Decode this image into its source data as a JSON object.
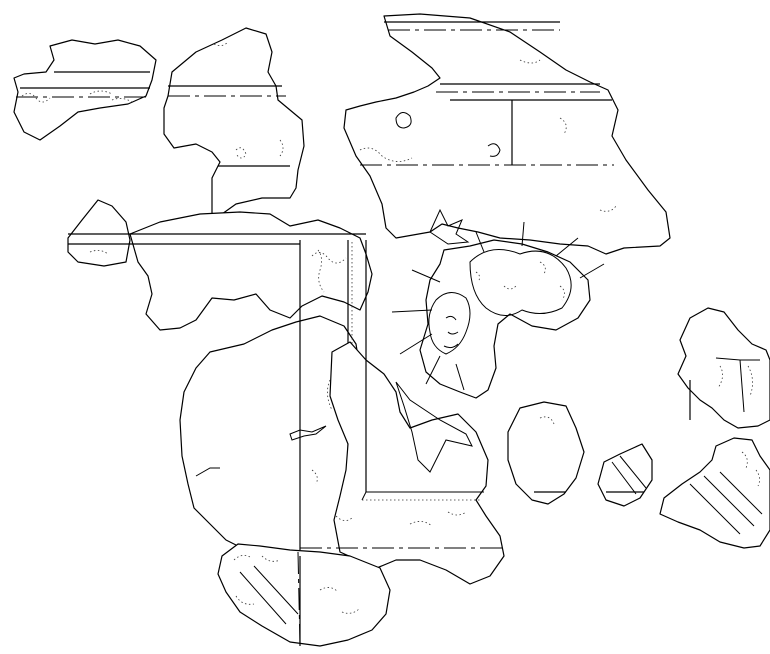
{
  "figure": {
    "kind": "line drawing of reconstructed wall-painting fragments",
    "line_color": "#000000",
    "background_color": "#ffffff",
    "visible_text": []
  },
  "elements": [
    {
      "name": "fragment-top-left-small",
      "kind": "plaster fragment"
    },
    {
      "name": "fragment-top-left-band",
      "kind": "plaster fragment with frame band"
    },
    {
      "name": "fragment-top-right-large",
      "kind": "plaster fragment with horizontal bands"
    },
    {
      "name": "fragment-left-edge",
      "kind": "plaster fragment"
    },
    {
      "name": "fragment-central-panel",
      "kind": "plaster fragment with framed panel"
    },
    {
      "name": "fragment-radiate-figure",
      "kind": "plaster fragment with radiate bust"
    },
    {
      "name": "fragment-lower-centre",
      "kind": "plaster fragment with corner of frame"
    },
    {
      "name": "fragment-oval",
      "kind": "isolated fragment"
    },
    {
      "name": "fragment-small-right",
      "kind": "isolated fragment with diagonal bands"
    },
    {
      "name": "fragment-right-upper",
      "kind": "plaster fragment"
    },
    {
      "name": "fragment-right-lower",
      "kind": "plaster fragment with hatched bands"
    }
  ]
}
